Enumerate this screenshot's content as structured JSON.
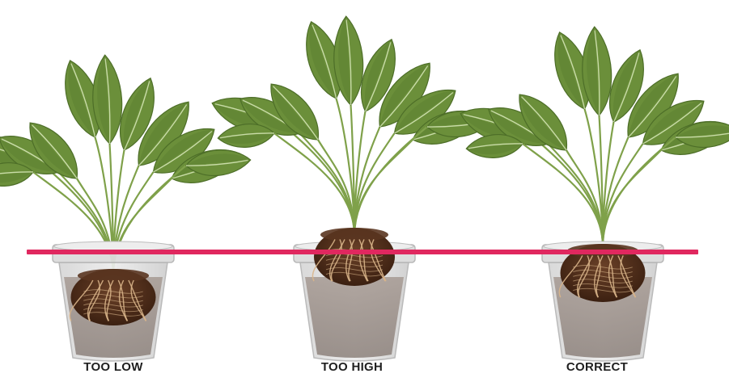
{
  "labels": [
    "TOO LOW",
    "TOO HIGH",
    "CORRECT"
  ],
  "colors": {
    "soil_line": "#e0285f",
    "leaf": "#6b8f3a",
    "leaf_dark": "#4d6e28",
    "leaf_vein": "#c9dca8",
    "stem": "#7fa14a",
    "root_ball": "#5a3520",
    "root_ball_dark": "#3b2011",
    "root": "#d9b58a",
    "pot": "#c9c9c9",
    "pot_rim": "#dcdcdc",
    "pot_soil": "#9b8f88",
    "caption": "#1f1f1f"
  },
  "icons": [
    "plant-illustration",
    "pot-illustration",
    "root-ball-illustration",
    "soil-level-line"
  ]
}
